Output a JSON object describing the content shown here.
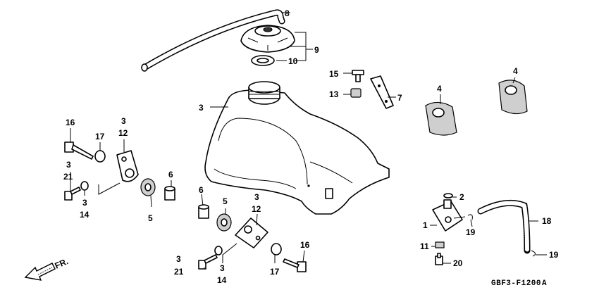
{
  "callouts": {
    "c8": "8",
    "c9": "9",
    "c10": "10",
    "c3_tank": "3",
    "c15": "15",
    "c13": "13",
    "c7": "7",
    "c4_left": "4",
    "c4_right": "4",
    "c16_left": "16",
    "c17_left": "17",
    "c3_left_a": "3",
    "c12_left": "12",
    "c3_left_b": "3",
    "c21_left": "21",
    "c3_left_c": "3",
    "c14_left": "14",
    "c6_left": "6",
    "c5_left": "5",
    "c6_mid": "6",
    "c5_mid": "5",
    "c3_mid": "3",
    "c12_mid": "12",
    "c3_bottom_a": "3",
    "c21_bottom": "21",
    "c3_bottom_b": "3",
    "c14_bottom": "14",
    "c17_bottom": "17",
    "c16_bottom": "16",
    "c2": "2",
    "c1": "1",
    "c19_a": "19",
    "c18": "18",
    "c11": "11",
    "c20": "20",
    "c19_b": "19"
  },
  "diagram_code": "GBF3-F1200",
  "diagram_code_suffix": "A",
  "direction_label": "FR."
}
